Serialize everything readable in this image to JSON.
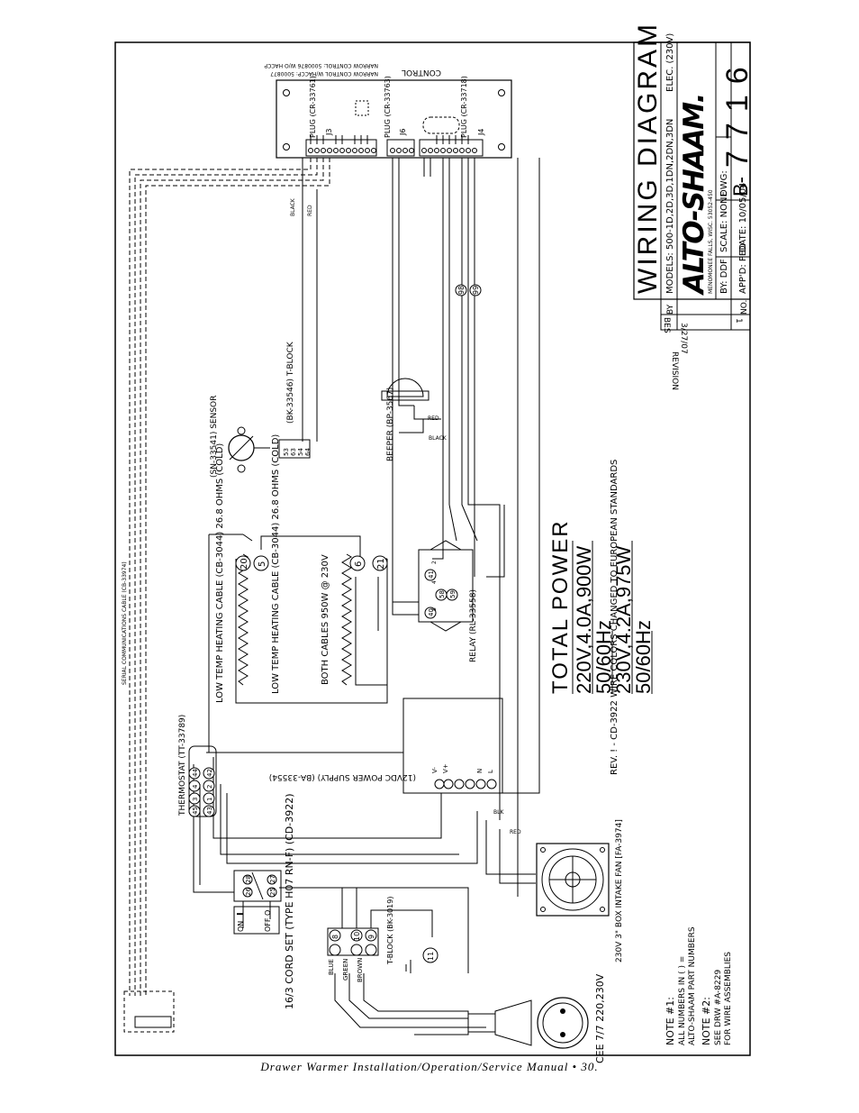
{
  "title_block": {
    "title": "WIRING DIAGRAM",
    "models": "MODELS: 500-1D,2D,3D,1DN,2DN,3DN",
    "elec": "ELEC. (230V)",
    "brand": "ALTO-SHAAM.",
    "brand_address": "MENOMONEE FALLS, WISC. 53052-450",
    "by": "BY: DDF",
    "scale": "SCALE: NONE",
    "dwg_label": "DWG:",
    "appd": "APP'D: PED",
    "date": "DATE: 10/05/04",
    "dwg_prefix": "B-",
    "dwg_number": "7716"
  },
  "revision_table": {
    "headers": [
      "NO.",
      "REVISION",
      "BY"
    ],
    "rows": [
      [
        "1",
        "3/27/07",
        "BES"
      ]
    ]
  },
  "rev_note": "REV. ! - CD-3922 WIRE COLORS CHANGED TO EUROPEAN STANDARDS",
  "total_power": {
    "heading": "TOTAL POWER",
    "lines": [
      "220V,4.0A,900W",
      "50/60Hz",
      "230V,4.2A,975W",
      "50/60Hz"
    ]
  },
  "control": {
    "label": "CONTROL",
    "note1": "NARROW CONTROL: 5000876 W/O HACCP",
    "note2": "NARROW CONTROL W/HACCP: 5000877",
    "plug1": "PLUG (CR-33761)",
    "plug2": "PLUG (CR-33763)",
    "plug3": "PLUG (CR-33718)",
    "j3": "J3",
    "j6": "J6",
    "j4": "J4",
    "black": "BLACK",
    "red": "RED"
  },
  "components": {
    "sensor": "(SN-33541) SENSOR",
    "tblock1": "(BK-33546) T-BLOCK",
    "tblock1_pins": [
      "53",
      "63",
      "54",
      "64"
    ],
    "beeper": "BEEPER (BP-3567)",
    "beeper_red": "RED",
    "beeper_black": "BLACK",
    "wire_numbers": [
      "98",
      "99"
    ],
    "cable1": "LOW TEMP HEATING CABLE (CB-3044) 26.8 OHMS (COLD)",
    "cable2": "LOW TEMP HEATING CABLE (CB-3044) 26.8 OHMS (COLD)",
    "cables_note": "BOTH CABLES 950W @ 230V",
    "cable_terminals": [
      "20",
      "5",
      "6",
      "21"
    ],
    "relay": "RELAY (RL-33558)",
    "relay_pins": [
      "58",
      "59",
      "40",
      "41"
    ],
    "relay_small": [
      "2",
      "8",
      "4"
    ],
    "power_supply": "(12VDC POWER SUPPLY) (BA-33554)",
    "ps_pins": [
      "V-",
      "V+",
      "N",
      "L"
    ],
    "ps_blk": "BLK",
    "ps_red": "RED",
    "thermostat": "THERMOSTAT (TT-33789)",
    "thermostat_pins": [
      "45",
      "3",
      "43",
      "1",
      "44",
      "42",
      "2",
      "4"
    ],
    "switch_pins": [
      "26",
      "28",
      "25",
      "27"
    ],
    "switch_on": "ON",
    "switch_off": "OFF",
    "switch_marks": [
      "I",
      "O"
    ],
    "tblock2": "T-BLOCK (BK-3019)",
    "tblock2_pins": [
      "8",
      "10",
      "9"
    ],
    "ground_pin": "11",
    "wire_colors": [
      "BLUE",
      "GREEN",
      "BROWN"
    ],
    "fan": "230V 3\" BOX INTAKE FAN [FA-3974]",
    "cord": "16/3 CORD SET (TYPE H07 RN-F) (CD-3922)",
    "plug_type": "CEE 7/7 220,230V",
    "serial_cable": "SERIAL COMMUNICATIONS CABLE (CB-33974)"
  },
  "notes": {
    "note1_title": "NOTE #1:",
    "note1_line1": "ALL NUMBERS IN ( ) =",
    "note1_line2": "ALTO-SHAAM PART NUMBERS",
    "note2_title": "NOTE #2:",
    "note2_line1": "SEE DRW #A-8229",
    "note2_line2": "FOR WIRE ASSEMBLIES"
  },
  "footer": "Drawer Warmer Installation/Operation/Service Manual • 30."
}
